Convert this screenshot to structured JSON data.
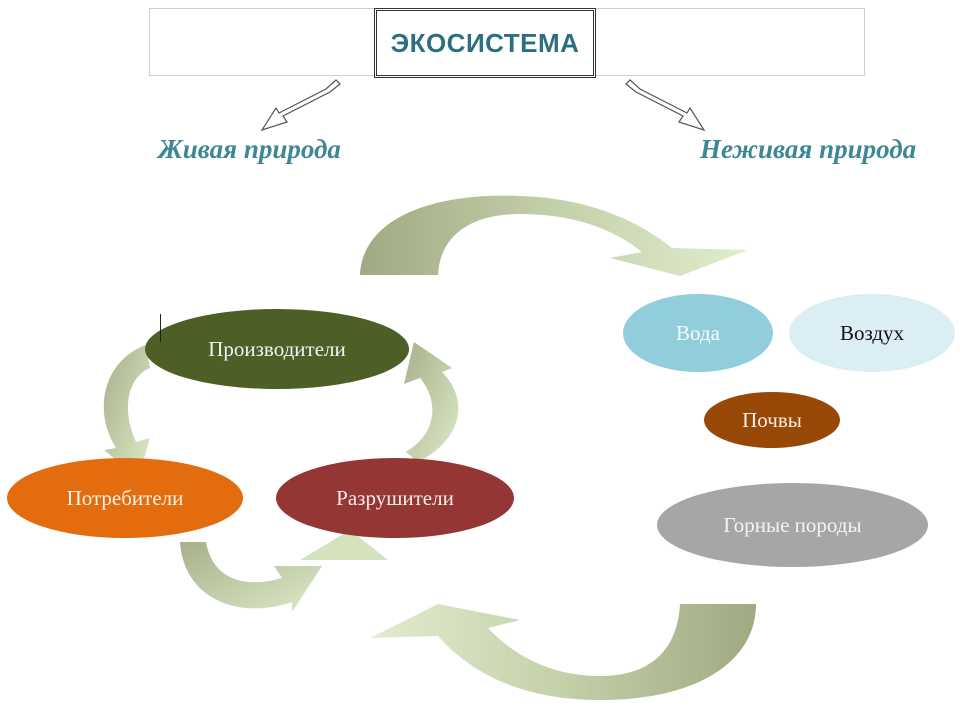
{
  "title": "ЭКОСИСТЕМА",
  "branches": {
    "living": "Живая природа",
    "nonliving": "Неживая природа"
  },
  "living_nodes": {
    "producers": "Производители",
    "consumers": "Потребители",
    "decomposers": "Разрушители"
  },
  "nonliving_nodes": {
    "water": "Вода",
    "air": "Воздух",
    "soil": "Почвы",
    "rocks": "Горные породы"
  },
  "colors": {
    "title_text": "#2e6f7f",
    "branch_text": "#3e8795",
    "producers": "#4d5e26",
    "consumers": "#e36c0e",
    "decomposers": "#943634",
    "water": "#92cddc",
    "air": "#dbeef4",
    "soil": "#974806",
    "rocks": "#a6a6a6",
    "arrow_dark": "#a0a982",
    "arrow_light": "#d9e6c3"
  }
}
